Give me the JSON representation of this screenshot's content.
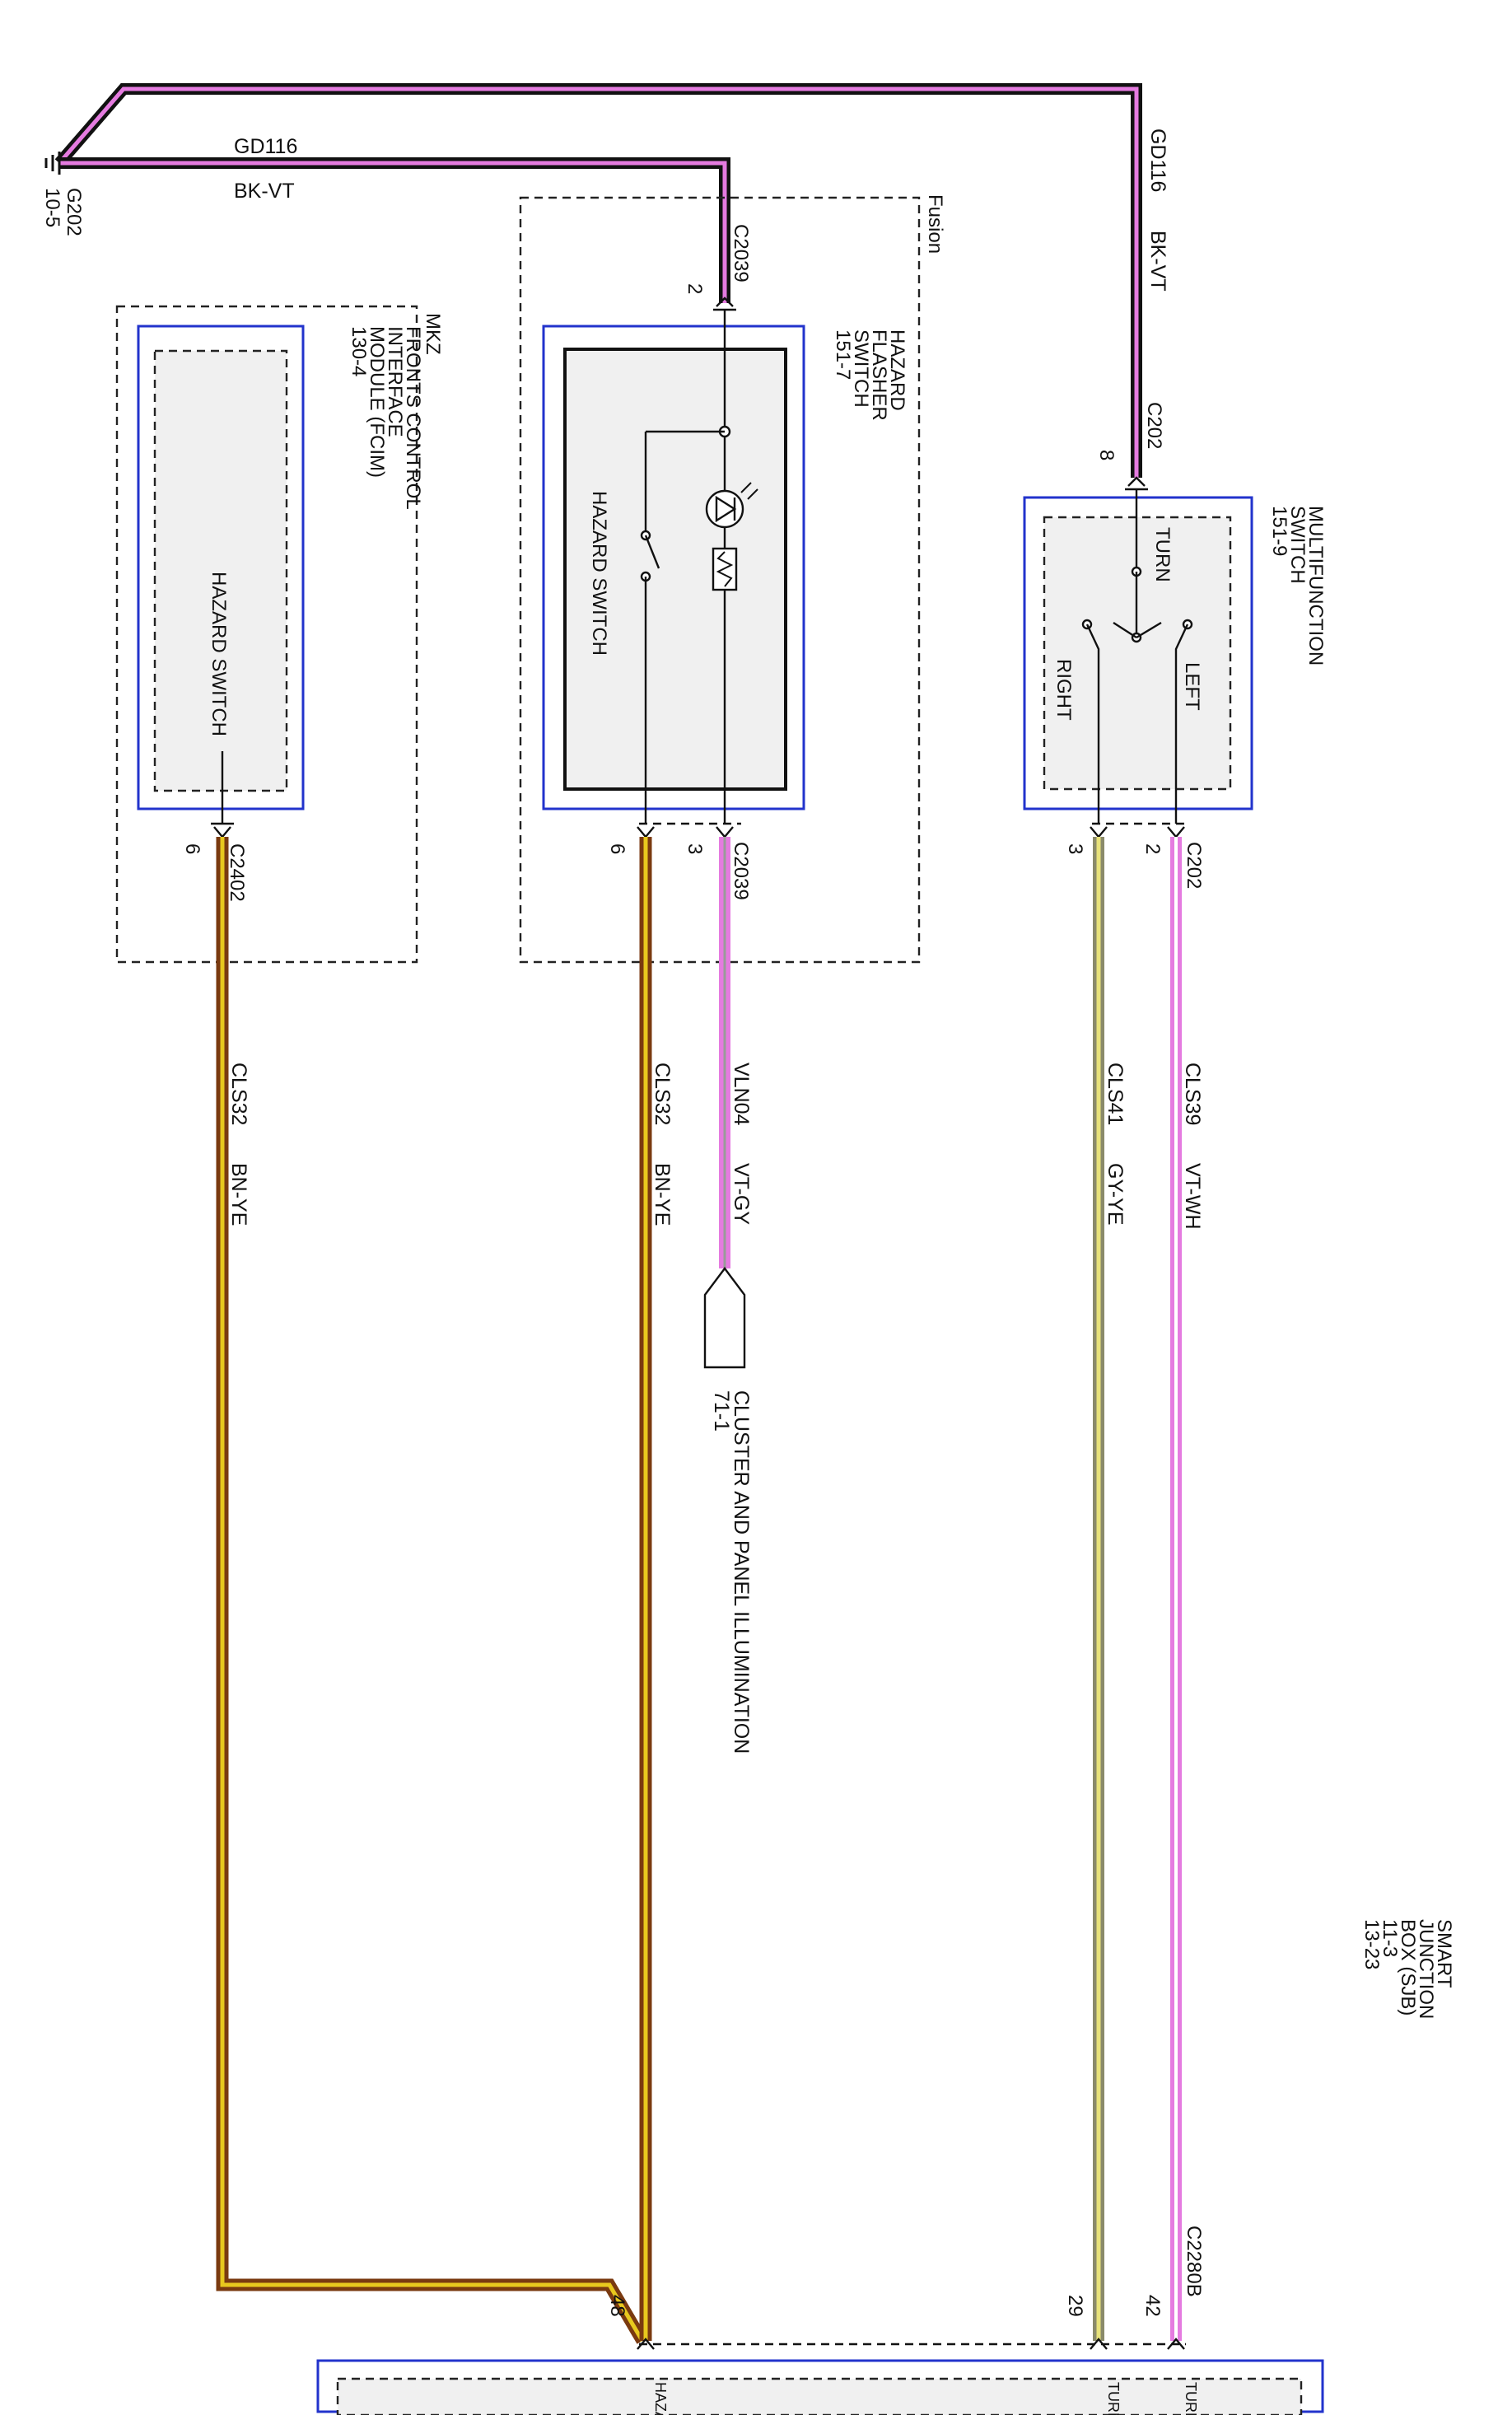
{
  "ground": {
    "id": "G202",
    "ref": "10-5"
  },
  "wires": {
    "gd116_main": {
      "circuit": "GD116",
      "color": "BK-VT"
    },
    "gd116_right": {
      "circuit": "GD116",
      "color": "BK-VT"
    },
    "cls32_fcim": {
      "circuit": "CLS32",
      "color": "BN-YE"
    },
    "cls32_hazard": {
      "circuit": "CLS32",
      "color": "BN-YE"
    },
    "vln04": {
      "circuit": "VLN04",
      "color": "VT-GY"
    },
    "cls41": {
      "circuit": "CLS41",
      "color": "GY-YE"
    },
    "cls39": {
      "circuit": "CLS39",
      "color": "VT-WH"
    }
  },
  "wire_colors": {
    "black": "#111111",
    "violet": "#e57be0",
    "brown": "#7a3a10",
    "yellow": "#e8c81e",
    "gray": "#8a8a6a",
    "white": "#ffffff",
    "component_border": "#2233cc"
  },
  "connectors": {
    "c2039_top": {
      "id": "C2039",
      "pin": "2"
    },
    "c2039_bot": {
      "id": "C2039",
      "pin": "3",
      "pin2": "6"
    },
    "c2402": {
      "id": "C2402",
      "pin": "6"
    },
    "c202_top": {
      "id": "C202",
      "pin": "8"
    },
    "c202_bot": {
      "id": "C202",
      "pin": "2",
      "pin2": "3"
    },
    "c2280b": {
      "id": "C2280B",
      "pin_lt": "42",
      "pin_rt": "29",
      "pin_haz": "48"
    }
  },
  "variants": {
    "mkz": "MKZ",
    "fusion": "Fusion"
  },
  "components": {
    "fcim": {
      "name_lines": [
        "FRONTS CONTROL",
        "INTERFACE",
        "MODULE (FCIM)",
        "130-4"
      ],
      "internal": "HAZARD SWITCH"
    },
    "hazard_flasher": {
      "name_lines": [
        "HAZARD",
        "FLASHER",
        "SWITCH",
        "151-7"
      ],
      "internal": "HAZARD SWITCH"
    },
    "multifunction": {
      "name_lines": [
        "MULTIFUNCTION",
        "SWITCH",
        "151-9"
      ],
      "turn": "TURN",
      "left": "LEFT",
      "right": "RIGHT"
    },
    "sjb": {
      "name_lines": [
        "SMART",
        "JUNCTION",
        "BOX (SJB)",
        "11-3",
        "13-23"
      ],
      "pin_lt": "TURN SIGNAL LT",
      "pin_rt": "TURN SIGNAL RT",
      "pin_haz": "HAZARD ON"
    },
    "cluster": {
      "name_lines": [
        "CLUSTER AND PANEL ILLUMINATION",
        "71-1"
      ]
    }
  }
}
